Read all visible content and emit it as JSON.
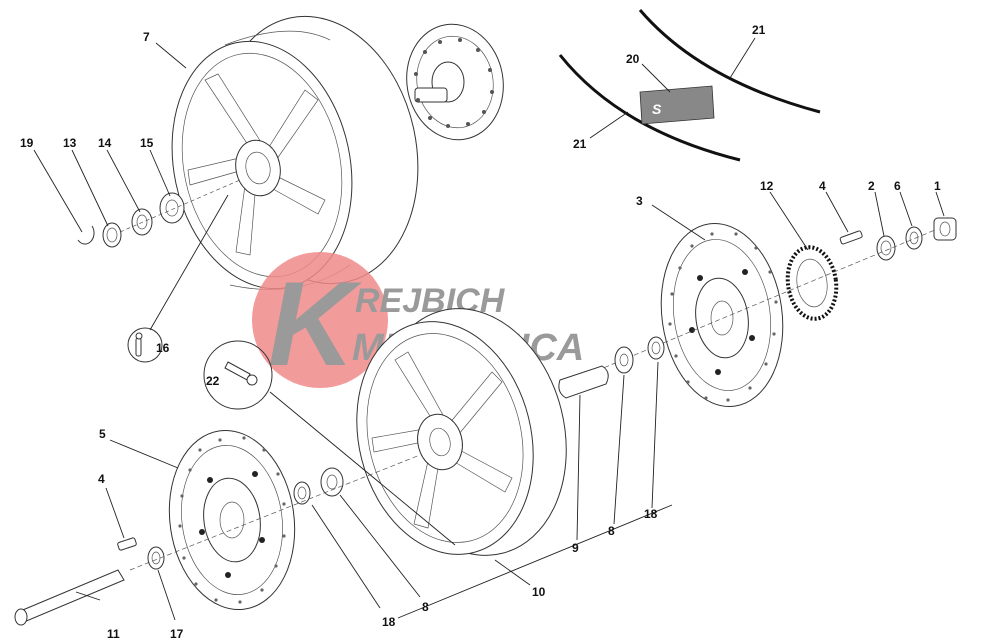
{
  "watermark": {
    "line1": "REJBICH",
    "line2": "MECCANICA",
    "logo_letter": "K",
    "colors": {
      "circle": "#f08a8a",
      "text": "#9a9a9a"
    }
  },
  "callouts": [
    {
      "id": "c1",
      "label": "1"
    },
    {
      "id": "c2",
      "label": "2"
    },
    {
      "id": "c3",
      "label": "3"
    },
    {
      "id": "c4a",
      "label": "4"
    },
    {
      "id": "c4b",
      "label": "4"
    },
    {
      "id": "c5",
      "label": "5"
    },
    {
      "id": "c6",
      "label": "6"
    },
    {
      "id": "c7",
      "label": "7"
    },
    {
      "id": "c8a",
      "label": "8"
    },
    {
      "id": "c8b",
      "label": "8"
    },
    {
      "id": "c9",
      "label": "9"
    },
    {
      "id": "c10",
      "label": "10"
    },
    {
      "id": "c11",
      "label": "11"
    },
    {
      "id": "c12",
      "label": "12"
    },
    {
      "id": "c13",
      "label": "13"
    },
    {
      "id": "c14",
      "label": "14"
    },
    {
      "id": "c15",
      "label": "15"
    },
    {
      "id": "c16",
      "label": "16"
    },
    {
      "id": "c17",
      "label": "17"
    },
    {
      "id": "c18a",
      "label": "18"
    },
    {
      "id": "c18b",
      "label": "18"
    },
    {
      "id": "c19",
      "label": "19"
    },
    {
      "id": "c20",
      "label": "20"
    },
    {
      "id": "c21a",
      "label": "21"
    },
    {
      "id": "c21b",
      "label": "21"
    },
    {
      "id": "c22",
      "label": "22"
    }
  ]
}
